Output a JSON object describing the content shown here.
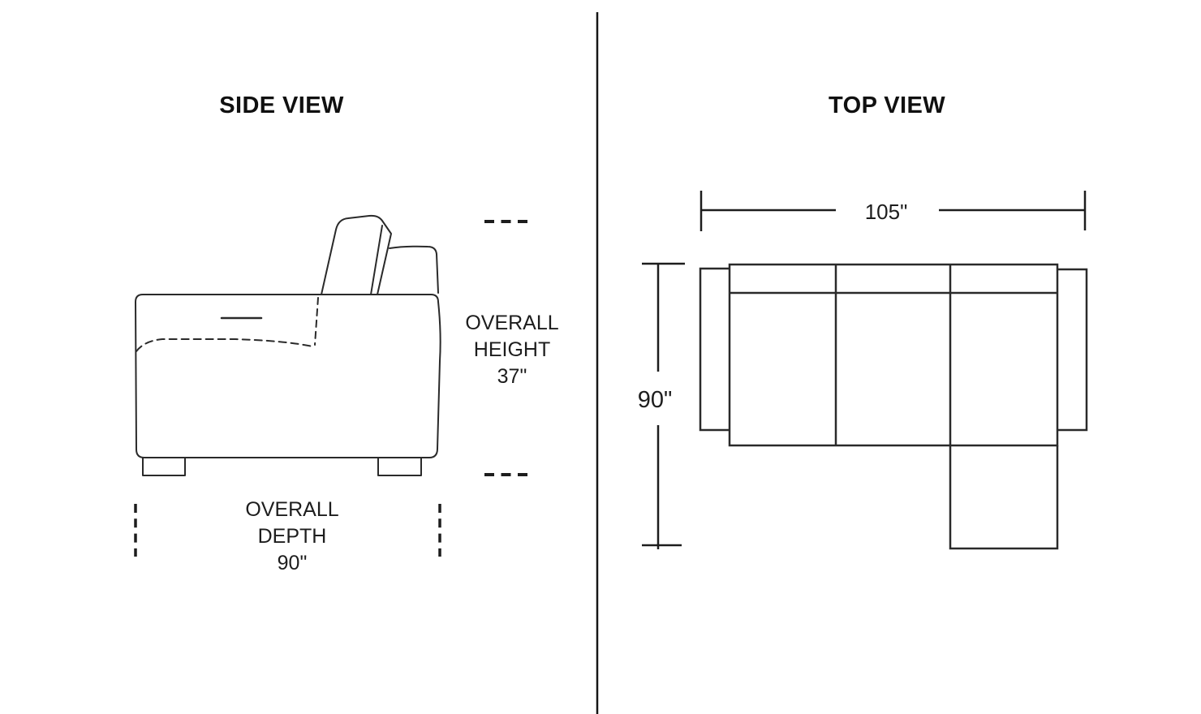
{
  "colors": {
    "background": "#ffffff",
    "line": "#2a2a2a",
    "text": "#1d1d1d"
  },
  "side_view": {
    "title": "SIDE VIEW",
    "height_label": [
      "OVERALL",
      "HEIGHT",
      "37\""
    ],
    "depth_label": [
      "OVERALL",
      "DEPTH",
      "90\""
    ]
  },
  "top_view": {
    "title": "TOP VIEW",
    "overall_width": "105\"",
    "overall_depth": "90\""
  }
}
